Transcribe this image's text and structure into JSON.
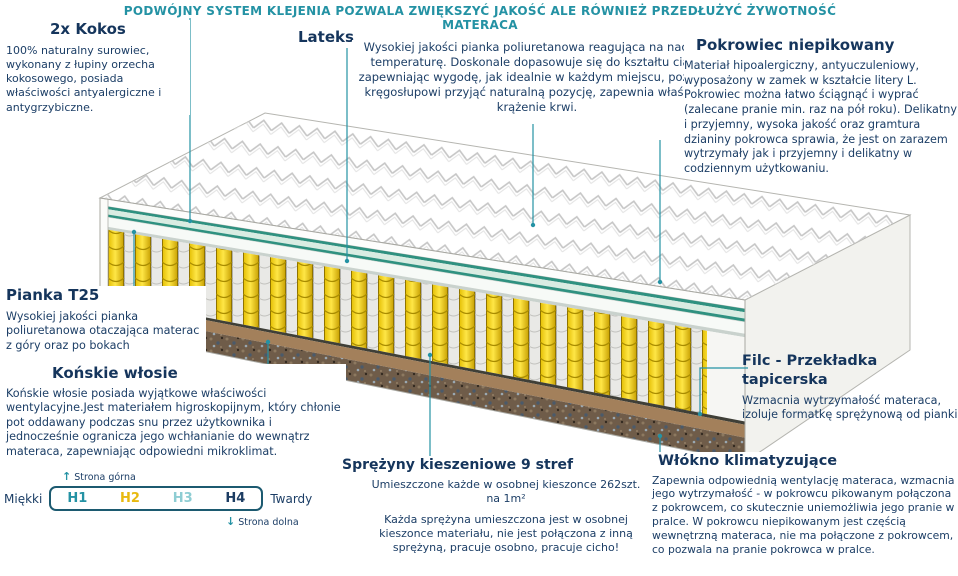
{
  "banner": {
    "text": "PODWÓJNY SYSTEM KLEJENIA POZWALA ZWIĘKSZYĆ JAKOŚĆ ALE RÓWNIEŻ PRZEDŁUŻYĆ ŻYWOTNOŚĆ MATERACA"
  },
  "callouts": {
    "kokos": {
      "title": "2x Kokos",
      "body": "100% naturalny surowiec, wykonany z łupiny orzecha kokosowego, posiada właściwości antyalergiczne i antygrzybiczne."
    },
    "lateks": {
      "title": "Lateks"
    },
    "pianka_termoelastyczna": {
      "body": "Wysokiej jakości pianka poliuretanowa reagująca na nacisk i temperaturę. Doskonale dopasowuje się do kształtu ciała, zapewniając wygodę, jak idealnie w każdym miejscu, pozwala kręgosłupowi przyjąć naturalną pozycję, zapewnia właściwe krążenie krwi."
    },
    "pokrowiec": {
      "title": "Pokrowiec niepikowany",
      "body": "Materiał hipoalergiczny, antyuczuleniowy, wyposażony w zamek w kształcie litery L. Pokrowiec można łatwo ściągnąć i wyprać (zalecane pranie min. raz na pół roku). Delikatny i przyjemny, wysoka jakość oraz gramtura dzianiny pokrowca sprawia, że jest on zarazem wytrzymały jak i przyjemny i delikatny w codziennym użytkowaniu."
    },
    "pianka_t25": {
      "title": "Pianka T25",
      "body": "Wysokiej jakości pianka poliuretanowa otaczająca materac z góry oraz po bokach"
    },
    "konskie_wlosie": {
      "title": "Końskie włosie",
      "body": "Końskie włosie posiada wyjątkowe właściwości wentylacyjne.Jest materiałem higroskopijnym, który chłonie pot oddawany podczas snu przez użytkownika i jednocześnie ogranicza jego wchłanianie do wewnątrz materaca, zapewniając odpowiedni mikroklimat."
    },
    "sprezyny": {
      "title": "Sprężyny kieszeniowe 9 stref",
      "body1": "Umieszczone każde w osobnej kieszonce 262szt. na 1m²",
      "body2": "Każda sprężyna umieszczona jest w osobnej kieszonce materiału, nie jest połączona z inną sprężyną, pracuje osobno, pracuje cicho!"
    },
    "filc": {
      "title": "Filc - Przekładka tapicerska",
      "body": "Wzmacnia wytrzymałość materaca, izoluje formatkę sprężynową od pianki"
    },
    "wlokno": {
      "title": "Włókno klimatyzujące",
      "body": "Zapewnia odpowiednią wentylację materaca, wzmacnia jego wytrzymałość - w pokrowcu pikowanym połączona z pokrowcem, co skutecznie uniemożliwia jego pranie w pralce. W pokrowcu niepikowanym jest częścią wewnętrzną materaca, nie ma połączone z pokrowcem, co pozwala na pranie pokrowca w pralce."
    }
  },
  "scale": {
    "top_label": "Strona górna",
    "bottom_label": "Strona dolna",
    "soft": "Miękki",
    "hard": "Twardy",
    "levels": [
      {
        "label": "H1",
        "color": "#2492a4"
      },
      {
        "label": "H2",
        "color": "#e8b90f"
      },
      {
        "label": "H3",
        "color": "#8ecdd3"
      },
      {
        "label": "H4",
        "color": "#1d3d63"
      }
    ]
  },
  "colors": {
    "accent_teal": "#2492a4",
    "heading_navy": "#15355c",
    "body_navy": "#1c3e66",
    "spring_yellow": "#f2cf0e",
    "coconut_brown": "#a3805b",
    "glue_green": "#2f9180"
  }
}
